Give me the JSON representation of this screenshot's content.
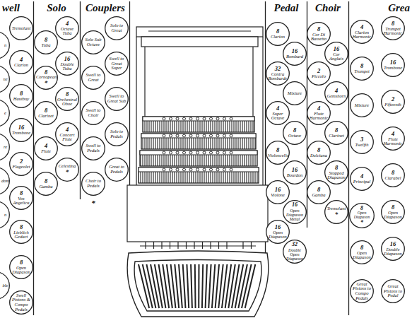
{
  "diagram": {
    "nodes": [
      {
        "text": [
          "n"
        ]
      },
      {
        "text": [
          "ne"
        ]
      },
      {
        "text": [
          "e"
        ]
      },
      {
        "text": [
          "re"
        ]
      },
      {
        "text": [
          "dom"
        ]
      },
      {
        "text": [
          "n"
        ]
      },
      {
        "text": [
          "ble"
        ]
      },
      {
        "text": [
          "Tremolant"
        ]
      },
      {
        "text": [
          "4",
          "Clarion"
        ]
      },
      {
        "text": [
          "8",
          "Hautboy"
        ]
      },
      {
        "text": [
          "16",
          "Trombone"
        ]
      },
      {
        "text": [
          "2",
          "Flageolet"
        ]
      },
      {
        "text": [
          "8",
          "Vox Angelica"
        ]
      },
      {
        "text": [
          "8",
          "Lieblich Gedact"
        ]
      },
      {
        "text": [
          "8",
          "Open Diapason"
        ]
      },
      {
        "text": [
          "Swell Pistons & Compo Pedals"
        ]
      },
      {
        "text": [
          "8",
          "Tuba"
        ]
      },
      {
        "text": [
          "8",
          "Cornopean",
          "*"
        ]
      },
      {
        "text": [
          "8",
          "Clarinet"
        ]
      },
      {
        "text": [
          "4",
          "Flute"
        ]
      },
      {
        "text": [
          "8",
          "Gamba"
        ]
      },
      {
        "text": [
          "4",
          "Octave Tuba"
        ]
      },
      {
        "text": [
          "16",
          "Double Tuba"
        ]
      },
      {
        "text": [
          "8",
          "Orchestral Oboe"
        ]
      },
      {
        "text": [
          "4",
          "Concert Flute"
        ]
      },
      {
        "text": [
          "Celestina",
          "*"
        ]
      },
      {
        "text": [
          "Solo Sub Octave"
        ]
      },
      {
        "text": [
          "Swell to Great"
        ]
      },
      {
        "text": [
          "Swell to Choir"
        ]
      },
      {
        "text": [
          "Swell to Pedals"
        ]
      },
      {
        "text": [
          "Choir to Pedals"
        ]
      },
      {
        "text": [
          "Solo to Great"
        ]
      },
      {
        "text": [
          "Swell to Great Super"
        ]
      },
      {
        "text": [
          "Swell to Great Sub"
        ]
      },
      {
        "text": [
          "Solo to Pedals"
        ]
      },
      {
        "text": [
          "Great to Pedals"
        ]
      },
      {
        "text": [
          "8",
          "Clarion"
        ]
      },
      {
        "text": [
          "32",
          "Contra Bombarde"
        ]
      },
      {
        "text": [
          "4",
          "Super Octave"
        ]
      },
      {
        "text": [
          "8",
          "Violoncello"
        ]
      },
      {
        "text": [
          "16",
          "Violone"
        ]
      },
      {
        "text": [
          "16",
          "Open Diapason"
        ]
      },
      {
        "text": [
          "16",
          "Bombard"
        ]
      },
      {
        "text": [
          "Mixture"
        ]
      },
      {
        "text": [
          "8",
          "Octave"
        ]
      },
      {
        "text": [
          "16",
          "Bourdon"
        ]
      },
      {
        "text": [
          "16",
          "Open Diapason Metal"
        ]
      },
      {
        "text": [
          "32",
          "Double Open Diapason"
        ]
      },
      {
        "text": [
          "8",
          "Cor Di Bassetto"
        ]
      },
      {
        "text": [
          "2",
          "Piccolo"
        ]
      },
      {
        "text": [
          "4",
          "Flute Harmonic"
        ]
      },
      {
        "text": [
          "8",
          "Dulciana"
        ]
      },
      {
        "text": [
          "8",
          "Gamba"
        ]
      },
      {
        "text": [
          "16",
          "Cor Anglais"
        ]
      },
      {
        "text": [
          "4",
          "Gemshorn"
        ]
      },
      {
        "text": [
          "8",
          "Clarinet"
        ]
      },
      {
        "text": [
          "8",
          "Stopped Diapason"
        ]
      },
      {
        "text": [
          "Tremolant",
          "*"
        ]
      },
      {
        "text": [
          "4",
          "Clarion Harmonic"
        ]
      },
      {
        "text": [
          "8",
          "Trumpet"
        ]
      },
      {
        "text": [
          "Mixture"
        ]
      },
      {
        "text": [
          "3",
          "Twelfth"
        ]
      },
      {
        "text": [
          "4",
          "Principal"
        ]
      },
      {
        "text": [
          "8",
          "Open Diapason",
          "*"
        ]
      },
      {
        "text": [
          "8",
          "Open Diapason"
        ]
      },
      {
        "text": [
          "Great Pistons to Compo Pedals"
        ]
      },
      {
        "text": [
          "8",
          "Trumpet Harmonic"
        ]
      },
      {
        "text": [
          "16",
          "Trombone"
        ]
      },
      {
        "text": [
          "2",
          "Fifteenth"
        ]
      },
      {
        "text": [
          "4",
          "Flute Harmonic"
        ]
      },
      {
        "text": [
          "8",
          "Clarabel"
        ]
      },
      {
        "text": [
          "8",
          "Open Diapason"
        ]
      },
      {
        "text": [
          "16",
          "Double Diapason"
        ]
      },
      {
        "text": [
          "Great Pistons to Pedal"
        ]
      }
    ],
    "labels": [
      "well",
      "Solo",
      "Couplers",
      "*",
      "Pedal",
      "Choir",
      "Grea"
    ]
  }
}
